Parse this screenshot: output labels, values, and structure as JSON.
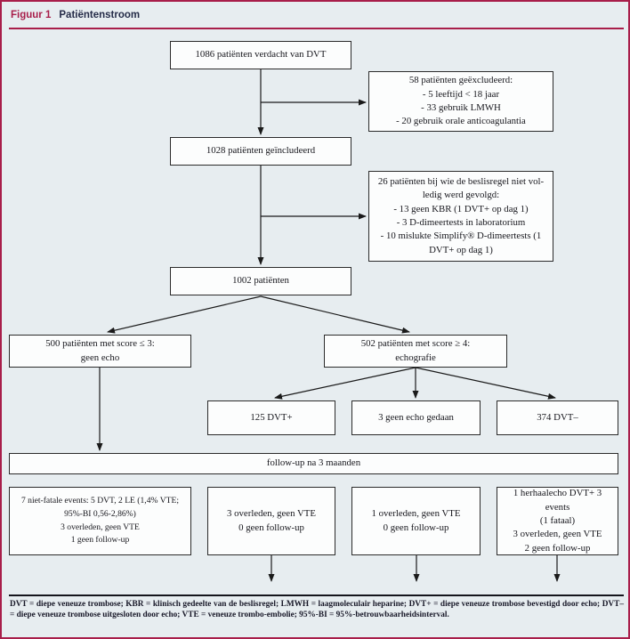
{
  "figure": {
    "label": "Figuur 1",
    "title": "Patiëntenstroom"
  },
  "nodes": {
    "suspected": "1086 patiënten verdacht van DVT",
    "excluded": "58 patiënten geëxcludeerd:\n- 5 leeftijd < 18 jaar\n- 33 gebruik LMWH\n- 20 gebruik orale anticoagulantia",
    "included": "1028 patiënten geïncludeerd",
    "rule_not_followed": "26 patiënten bij wie de beslisregel niet vol-\nledig werd gevolgd:\n- 13 geen KBR (1 DVT+ op dag 1)\n- 3 D-dimeertests in laboratorium\n- 10 mislukte Simplify® D-dimeertests (1\nDVT+ op dag 1)",
    "analyzed": "1002 patiënten",
    "score_low": "500 patiënten met score ≤ 3:\ngeen echo",
    "score_high": "502 patiënten met score ≥ 4:\nechografie",
    "dvt_pos": "125 DVT+",
    "no_echo": "3 geen echo gedaan",
    "dvt_neg": "374 DVT–",
    "followup": "follow-up na 3 maanden",
    "outcome_score_low": "7 niet-fatale events: 5 DVT, 2 LE (1,4% VTE;\n95%-BI 0,56-2,86%)\n3 overleden, geen VTE\n1 geen follow-up",
    "outcome_dvt_pos": "3 overleden, geen VTE\n0 geen follow-up",
    "outcome_no_echo": "1 overleden, geen VTE\n0 geen follow-up",
    "outcome_dvt_neg": "1 herhaalecho DVT+ 3 events\n(1 fataal)\n3 overleden, geen VTE\n2 geen follow-up"
  },
  "legend": {
    "text": "DVT = diepe veneuze trombose; KBR = klinisch gedeelte van de beslisregel; LMWH = laagmoleculair heparine; DVT+ = diepe veneuze trombose bevestigd door echo; DVT– = diepe veneuze trombose uitgesloten door echo; VTE = veneuze trombo-embolie; 95%-BI = 95%-betrouwbaarheidsinterval."
  },
  "colors": {
    "accent": "#a81e4a",
    "background": "#e7edf0",
    "box_border": "#2b2b2b",
    "arrow": "#1a1a1a"
  }
}
